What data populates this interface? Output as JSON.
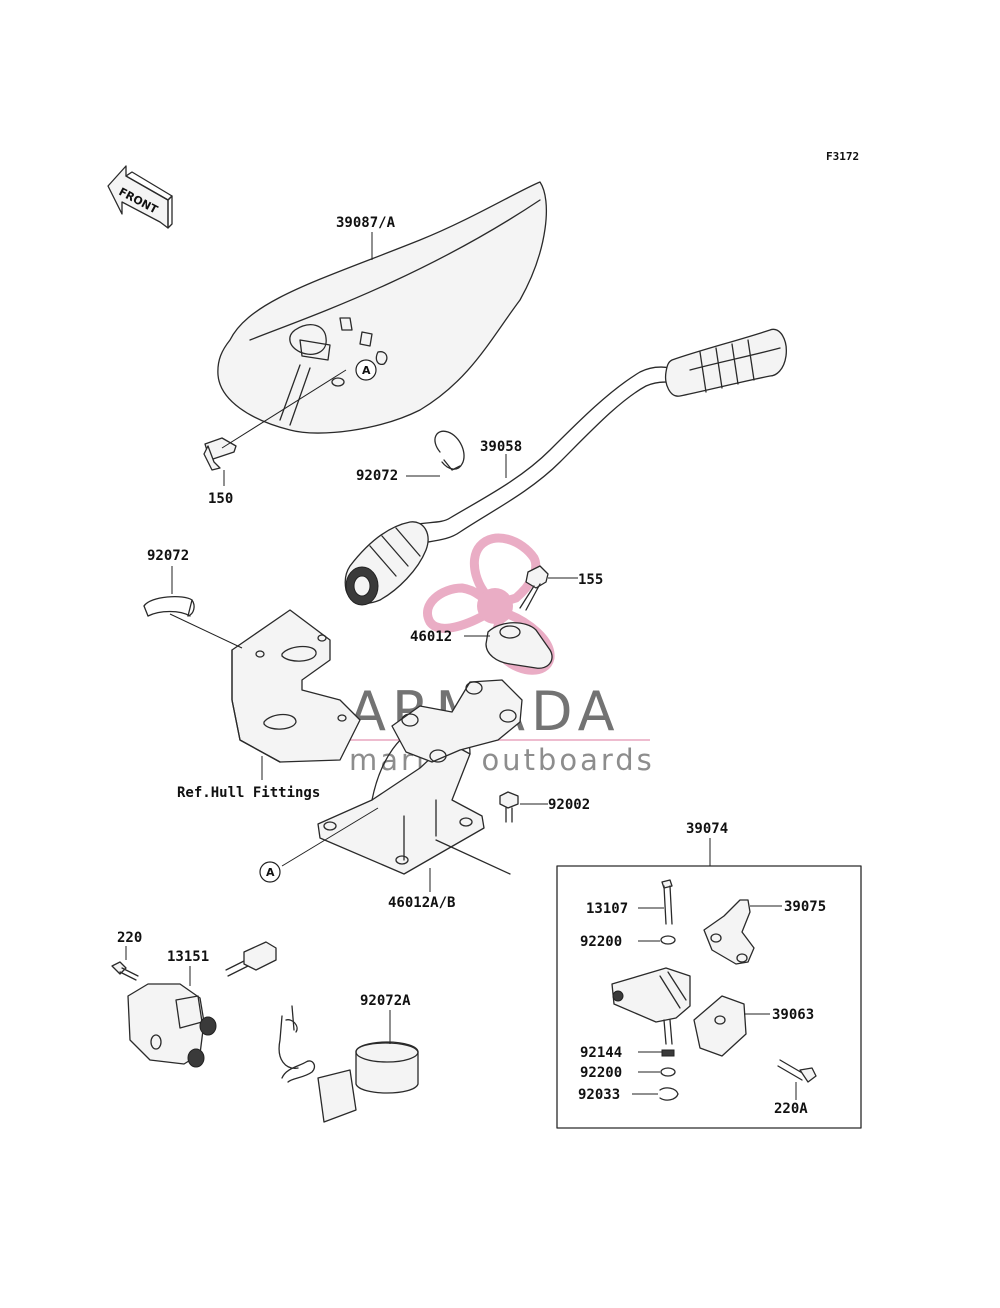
{
  "figure_code": "F3172",
  "front_arrow_label": "FRONT",
  "reference_callout": "A",
  "watermark": {
    "brand": "ARMADA",
    "tagline": "marine outboards",
    "accent_color": "#e8a5bf"
  },
  "parts": {
    "cover": "39087/A",
    "bolt_150": "150",
    "clamp_92072_upper": "92072",
    "handlebar": "39058",
    "clamp_92072_left": "92072",
    "bolt_155": "155",
    "holder_46012": "46012",
    "hull_reference": "Ref.Hull Fittings",
    "bolt_92002": "92002",
    "post_46012AB": "46012A/B",
    "switch_bolt_220": "220",
    "switch_13151": "13151",
    "clamp_92072A": "92072A",
    "lever_assy": "39074",
    "pin_13107": "13107",
    "lever_39075": "39075",
    "washer_92200_upper": "92200",
    "bracket_39063": "39063",
    "spring_92144": "92144",
    "washer_92200_lower": "92200",
    "circlip_92033": "92033",
    "bolt_220A": "220A"
  }
}
